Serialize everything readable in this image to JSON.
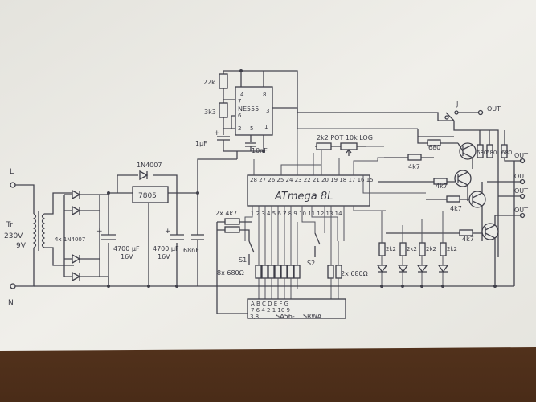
{
  "colors": {
    "paper": "#ecebe6",
    "ink": "#3e3e48",
    "table": "#6b4428"
  },
  "power": {
    "line_label": "L",
    "neutral_label": "N",
    "transformer_label_1": "Tr",
    "transformer_label_2": "230V",
    "transformer_label_3": "9V",
    "bridge_label": "4x 1N4007",
    "protection_diode": "1N4007",
    "regulator": "7805",
    "cap1_value": "4700 µF",
    "cap1_voltage": "16V",
    "cap2_value": "4700 µF",
    "cap2_voltage": "16V",
    "cap3_value": "68nF"
  },
  "timer": {
    "chip": "NE555",
    "r1": "22k",
    "r2": "3k3",
    "c1": "1µF",
    "c2": "10nF",
    "pin_4": "4",
    "pin_8": "8",
    "pin_7": "7",
    "pin_6": "6",
    "pin_3": "3",
    "pin_2": "2",
    "pin_5": "5",
    "pin_1": "1"
  },
  "mcu": {
    "chip": "ATmega 8L",
    "top_pins": "28 27 26 25 24 23 22 21 20 19 18 17 16 15",
    "bottom_pins": "1 2 3 4 5 6 7 8 9 10 11 12 13 14",
    "pot_label": "2k2 POT 10k LOG",
    "pullups": "2x 4k7",
    "switch_1": "S1",
    "switch_2": "S2",
    "segment_resistors": "8x 680Ω",
    "digit_resistors": "2x 680Ω"
  },
  "display": {
    "part": "SA56-11SRWA",
    "seg_letters": "A B C D E F G",
    "pins": "7 6 4 2 1 10 9",
    "common": "3,8"
  },
  "outputs": {
    "r_base_1": "4k7",
    "r_base_2": "4k7",
    "r_base_3": "4k7",
    "r_base_4": "4k7",
    "r_680_1": "680",
    "r_680_2": "680",
    "r_680_3": "680",
    "r_680_4": "680",
    "led_r_1": "2k2",
    "led_r_2": "2k2",
    "led_r_3": "2k2",
    "led_r_4": "2k2",
    "out_1": "OUT",
    "out_2": "OUT",
    "out_3": "OUT",
    "out_4": "OUT",
    "out_5": "OUT"
  }
}
